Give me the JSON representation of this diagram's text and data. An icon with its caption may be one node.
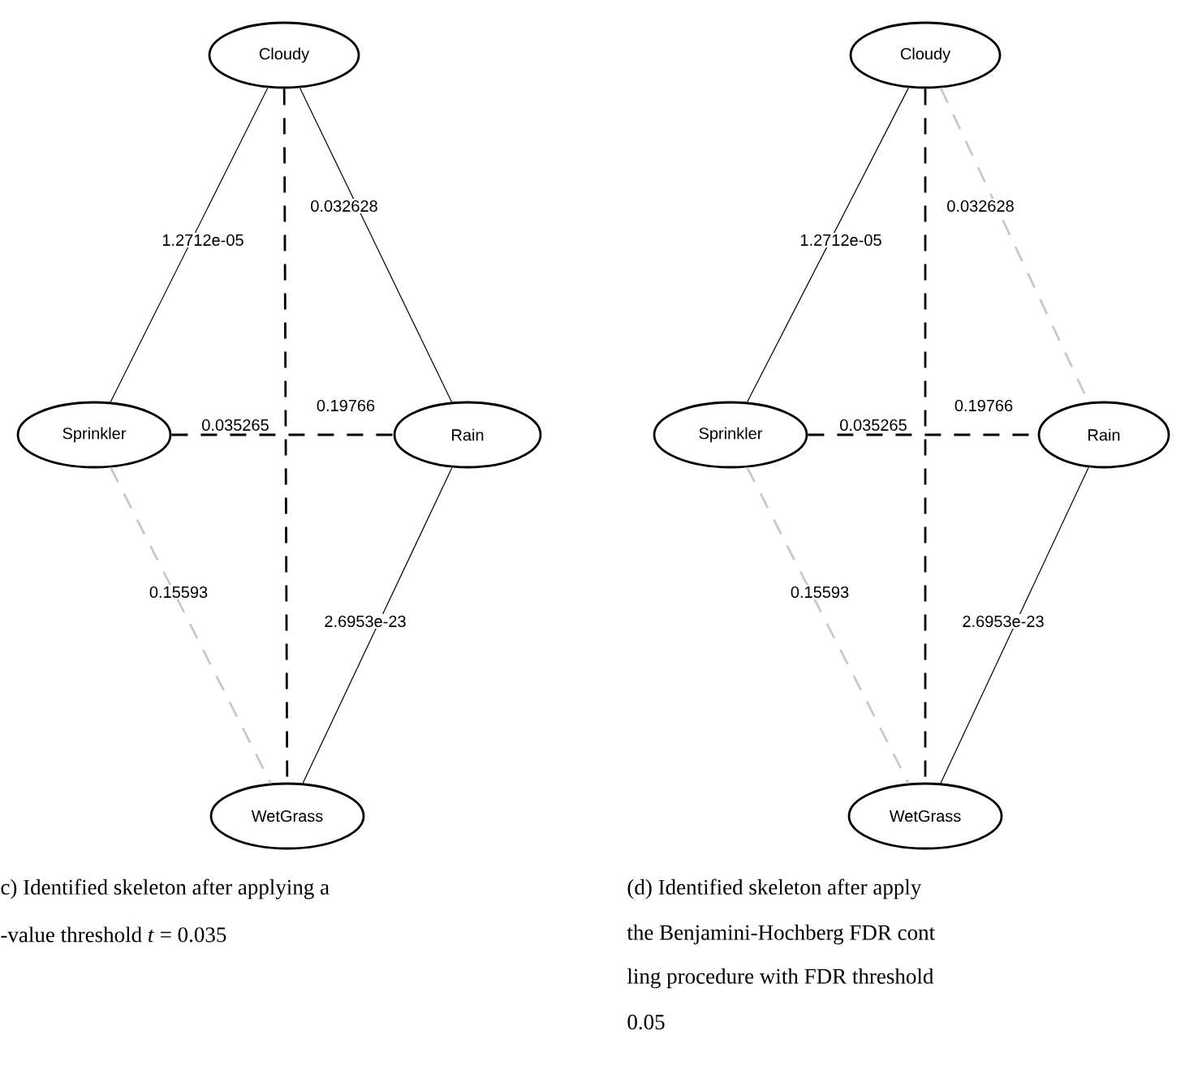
{
  "diagram": {
    "nodes": [
      {
        "text": [
          "Cloudy"
        ]
      },
      {
        "text": [
          "Sprinkler"
        ]
      },
      {
        "text": [
          "Rain"
        ]
      },
      {
        "text": [
          "WetGrass"
        ]
      },
      {
        "text": [
          "Cloudy"
        ]
      },
      {
        "text": [
          "Sprinkler"
        ]
      },
      {
        "text": [
          "Rain"
        ]
      },
      {
        "text": [
          "WetGrass"
        ]
      }
    ],
    "edges": [
      {
        "from": 0,
        "to": 1,
        "arrow": "none",
        "label": "1.2712e-05"
      },
      {
        "from": 0,
        "to": 2,
        "arrow": "none",
        "label": "0.032628"
      },
      {
        "from": 0,
        "to": 3,
        "arrow": "none",
        "label": "0.19766",
        "style": "dashed"
      },
      {
        "from": 1,
        "to": 2,
        "arrow": "none",
        "label": "0.035265",
        "style": "dashed"
      },
      {
        "from": 1,
        "to": 3,
        "arrow": "none",
        "label": "0.15593",
        "style": "dashed",
        "color": "#c8c8c8"
      },
      {
        "from": 2,
        "to": 3,
        "arrow": "none",
        "label": "2.6953e-23"
      },
      {
        "from": 4,
        "to": 5,
        "arrow": "none",
        "label": "1.2712e-05"
      },
      {
        "from": 4,
        "to": 6,
        "arrow": "none",
        "label": "0.032628",
        "style": "dashed",
        "color": "#c8c8c8"
      },
      {
        "from": 4,
        "to": 7,
        "arrow": "none",
        "label": "0.19766",
        "style": "dashed"
      },
      {
        "from": 5,
        "to": 6,
        "arrow": "none",
        "label": "0.035265",
        "style": "dashed"
      },
      {
        "from": 5,
        "to": 7,
        "arrow": "none",
        "label": "0.15593",
        "style": "dashed",
        "color": "#c8c8c8"
      },
      {
        "from": 6,
        "to": 7,
        "arrow": "none",
        "label": "2.6953e-23"
      }
    ],
    "labels": [
      "c) Identified skeleton after applying a",
      "-value threshold *t* = 0.035",
      "(d) Identified skeleton after apply",
      "the Benjamini-Hochberg FDR cont",
      "ling procedure with FDR threshold",
      "0.05"
    ]
  }
}
